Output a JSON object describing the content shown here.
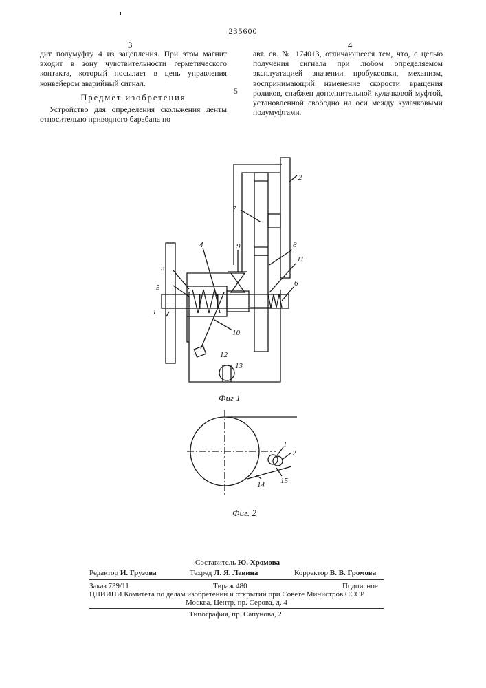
{
  "header": {
    "patent_number": "235600",
    "col_left_number": "3",
    "col_right_number": "4"
  },
  "left_column": {
    "paragraph1": "дит полумуфту 4 из зацепления. При этом магнит входит в зону чувствительности герметического контакта, который посылает в цепь управления конвейером аварийный сигнал.",
    "heading": "Предмет изобретения",
    "paragraph2": "Устройство для определения скольжения ленты относительно приводного барабана по"
  },
  "right_column": {
    "paragraph1": "авт. св. № 174013, отличающееся тем, что, с целью получения сигнала при любом определяемом эксплуатацией значении пробуксовки, механизм, воспринимающий изменение скорости вращения роликов, снабжен дополнительной кулачковой муфтой, установленной свободно на оси между кулачковыми полумуфтами."
  },
  "line_number": "5",
  "figure1": {
    "caption": "Фиг 1",
    "labels": [
      "1",
      "2",
      "3",
      "4",
      "5",
      "6",
      "7",
      "8",
      "9",
      "10",
      "11",
      "12",
      "13"
    ]
  },
  "figure2": {
    "caption": "Фиг. 2",
    "labels": [
      "1",
      "2",
      "14",
      "15"
    ]
  },
  "footer": {
    "compiler_label": "Составитель",
    "compiler_name": "Ю. Хромова",
    "editor_label": "Редактор",
    "editor_name": "И. Грузова",
    "techred_label": "Техред",
    "techred_name": "Л. Я. Левина",
    "corrector_label": "Корректор",
    "corrector_name": "В. В. Громова",
    "order": "Заказ 739/11",
    "circulation": "Тираж 480",
    "subscription": "Подписное",
    "org_line1": "ЦНИИПИ Комитета по делам изобретений и открытий при Совете Министров СССР",
    "org_line2": "Москва, Центр, пр. Серова, д. 4",
    "printing": "Типография, пр. Сапунова, 2"
  }
}
